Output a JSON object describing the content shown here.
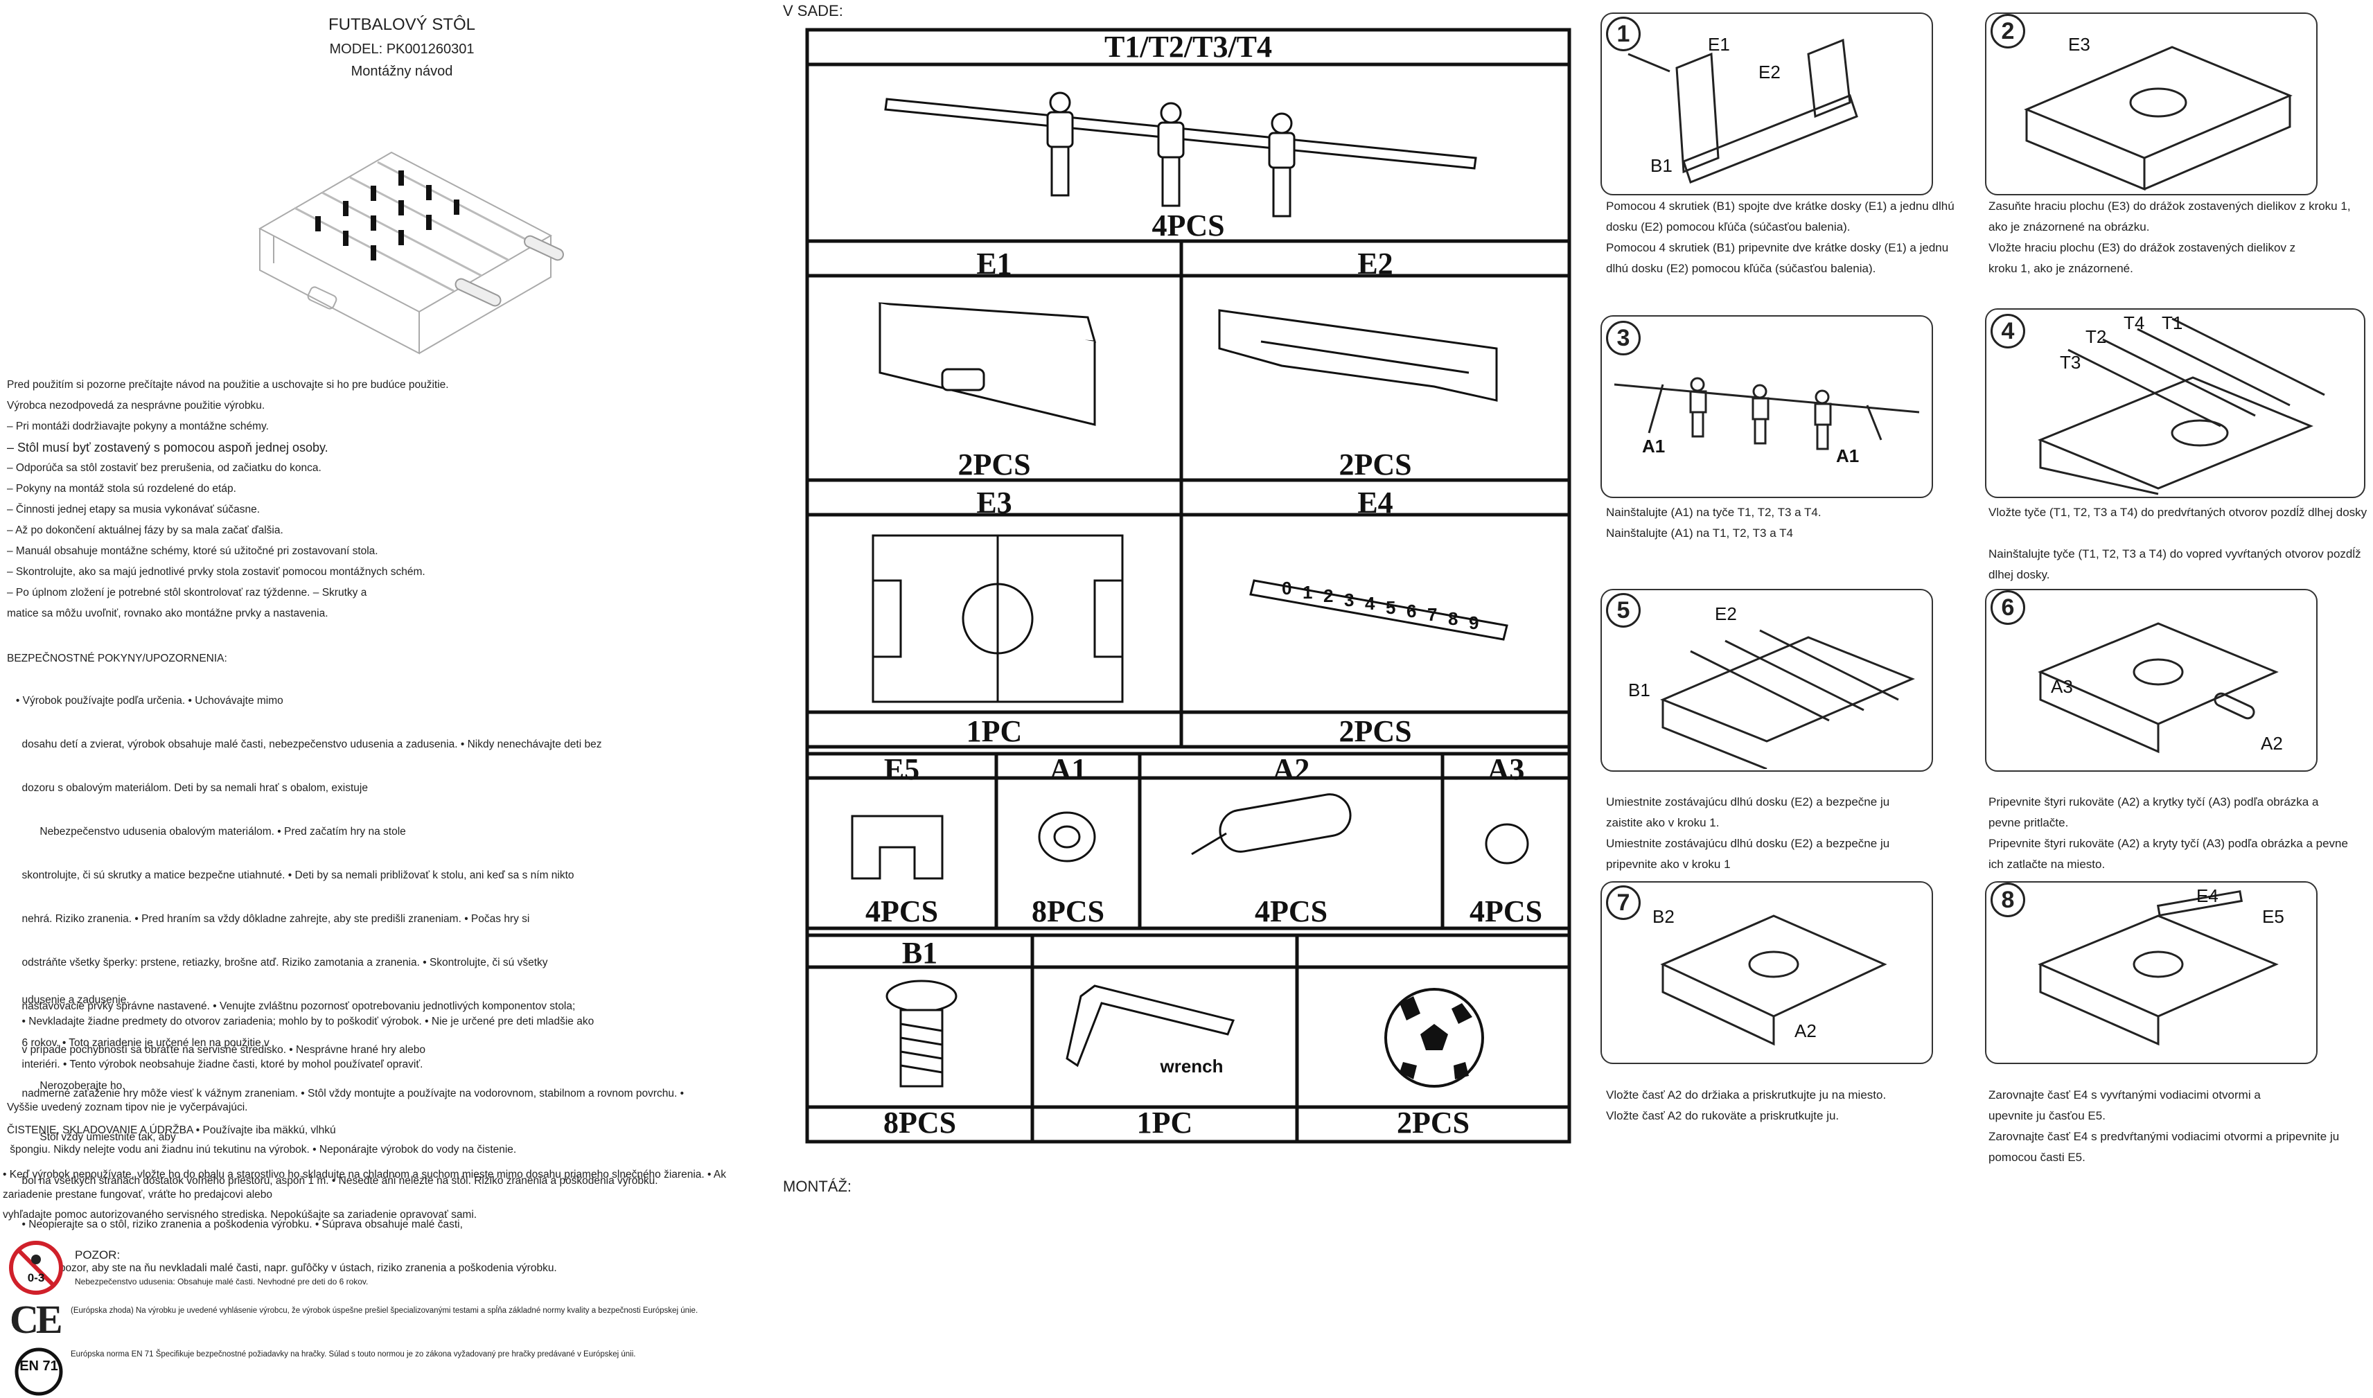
{
  "header": {
    "title": "FUTBALOVÝ STÔL",
    "model": "MODEL: PK001260301",
    "subtitle": "Montážny návod"
  },
  "intro_lines": [
    "Pred použitím si pozorne prečítajte návod na použitie a uschovajte si ho pre budúce použitie.",
    "Výrobca nezodpovedá za nesprávne použitie výrobku.",
    "– Pri montáži dodržiavajte pokyny a montážne schémy.",
    "– Stôl musí byť zostavený s pomocou aspoň jednej osoby.",
    "– Odporúča sa stôl zostaviť bez prerušenia, od začiatku do konca.",
    "– Pokyny na montáž stola sú rozdelené do etáp.",
    "– Činnosti jednej etapy sa musia vykonávať súčasne.",
    "– Až po dokončení aktuálnej fázy by sa mala začať ďalšia.",
    "– Manuál obsahuje montážne schémy, ktoré sú užitočné pri zostavovaní stola.",
    "– Skontrolujte, ako sa majú jednotlivé prvky stola zostaviť pomocou montážnych schém.",
    "– Po úplnom zložení je potrebné stôl skontrolovať raz týždenne. – Skrutky a",
    "matice sa môžu uvoľniť, rovnako ako montážne prvky a nastavenia."
  ],
  "safety_title": "BEZPEČNOSTNÉ POKYNY/UPOZORNENIA:",
  "safety_lines": [
    "   • Výrobok používajte podľa určenia. • Uchovávajte mimo",
    "     dosahu detí a zvierat, výrobok obsahuje malé časti, nebezpečenstvo udusenia a zadusenia. • Nikdy nenechávajte deti bez",
    "     dozoru s obalovým materiálom. Deti by sa nemali hrať s obalom, existuje",
    "           Nebezpečenstvo udusenia obalovým materiálom. • Pred začatím hry na stole",
    "     skontrolujte, či sú skrutky a matice bezpečne utiahnuté. • Deti by sa nemali približovať k stolu, ani keď sa s ním nikto",
    "     nehrá. Riziko zranenia. • Pred hraním sa vždy dôkladne zahrejte, aby ste predišli zraneniam. • Počas hry si",
    "     odstráňte všetky šperky: prstene, retiazky, brošne atď. Riziko zamotania a zranenia. • Skontrolujte, či sú všetky",
    "     nastavovacie prvky správne nastavené. • Venujte zvláštnu pozornosť opotrebovaniu jednotlivých komponentov stola;",
    "     v prípade pochybností sa obráťte na servisné stredisko. • Nesprávne hrané hry alebo",
    "     nadmerné zaťaženie hry môže viesť k vážnym zraneniam. • Stôl vždy montujte a používajte na vodorovnom, stabilnom a rovnom povrchu. •",
    "           Stôl vždy umiestnite tak, aby",
    "     bol na všetkých stranách dostatok voľného priestoru, aspoň 1 m. • Nesedte ani nelezte na stôl. Riziko zranenia a poškodenia výrobku.",
    "     • Neopierajte sa o stôl, riziko zranenia a poškodenia výrobku. • Súprava obsahuje malé časti,",
    "     dávajte pozor, aby ste na ňu nevkladali malé časti, napr. guľôčky v ústach, riziko zranenia a poškodenia výrobku."
  ],
  "safety2_lines": [
    "     udusenie a zadusenie.",
    "     • Nevkladajte žiadne predmety do otvorov zariadenia; mohlo by to poškodiť výrobok. • Nie je určené pre deti mladšie ako",
    "     6 rokov. • Toto zariadenie je určené len na použitie v",
    "     interiéri. • Tento výrobok neobsahuje žiadne časti, ktoré by mohol používateľ opraviť.",
    "           Nerozoberajte ho.",
    "Vyššie uvedený zoznam tipov nie je vyčerpávajúci."
  ],
  "cleaning_lines": [
    "ČISTENIE, SKLADOVANIE A ÚDRŽBA • Používajte iba mäkkú, vlhkú",
    " špongiu. Nikdy nelejte vodu ani žiadnu inú tekutinu na výrobok. • Neponárajte výrobok do vody na čistenie."
  ],
  "storage_lines": [
    "• Keď výrobok nepoužívate, vložte ho do obalu a starostlivo ho skladujte na chladnom a suchom mieste mimo dosahu priameho slnečného žiarenia. • Ak",
    "zariadenie prestane fungovať, vráťte ho predajcovi alebo",
    "vyhľadajte pomoc autorizovaného servisného strediska. Nepokúšajte sa zariadenie opravovať sami."
  ],
  "warning": {
    "title": "POZOR:",
    "text": "Nebezpečenstvo udusenia: Obsahuje malé časti. Nevhodné pre deti do 6 rokov.",
    "age_label": "0-3",
    "ce_text": "(Európska zhoda) Na výrobku je uvedené vyhlásenie výrobcu, že výrobok úspešne prešiel špecializovanými testami a spĺňa základné normy kvality a bezpečnosti Európskej únie.",
    "en71_label": "EN 71",
    "en71_text": "Európska norma EN 71 Špecifikuje bezpečnostné požiadavky na hračky. Súlad s touto normou je zo zákona vyžadovaný pre hračky predávané v Európskej únii."
  },
  "parts": {
    "section_label": "V SADE:",
    "montaz_label": "MONTÁŽ:",
    "t_label": "T1/T2/T3/T4",
    "t_qty": "4PCS",
    "e1_label": "E1",
    "e1_qty": "2PCS",
    "e2_label": "E2",
    "e2_qty": "2PCS",
    "e3_label": "E3",
    "e3_qty": "1PC",
    "e4_label": "E4",
    "e4_qty": "2PCS",
    "e4_digits": [
      "0",
      "1",
      "2",
      "3",
      "4",
      "5",
      "6",
      "7",
      "8",
      "9"
    ],
    "e5_label": "E5",
    "e5_qty": "4PCS",
    "a1_label": "A1",
    "a1_qty": "8PCS",
    "a2_label": "A2",
    "a2_qty": "4PCS",
    "a3_label": "A3",
    "a3_qty": "4PCS",
    "b1_label": "B1",
    "b1_qty": "8PCS",
    "wrench_label": "wrench",
    "wrench_qty": "1PC",
    "ball_qty": "2PCS"
  },
  "steps": [
    {
      "num": "1",
      "labels": [
        "E1",
        "E2",
        "B1"
      ],
      "lines": [
        "Pomocou 4 skrutiek (B1) spojte dve krátke dosky (E1) a jednu dlhú",
        "dosku (E2) pomocou kľúča (súčasťou balenia).",
        "Pomocou 4 skrutiek (B1) pripevnite dve krátke dosky (E1) a jednu",
        "dlhú dosku (E2) pomocou kľúča (súčasťou balenia)."
      ]
    },
    {
      "num": "2",
      "labels": [
        "E3"
      ],
      "lines": [
        "Zasuňte hraciu plochu (E3) do drážok zostavených dielikov z kroku 1,",
        "ako je znázornené na obrázku.",
        "Vložte hraciu plochu (E3) do drážok zostavených dielikov z",
        "kroku 1, ako je znázornené."
      ]
    },
    {
      "num": "3",
      "labels": [
        "A1",
        "A1"
      ],
      "lines": [
        "Nainštalujte (A1) na tyče T1, T2, T3 a T4.",
        "Nainštalujte (A1) na T1, T2, T3 a T4"
      ]
    },
    {
      "num": "4",
      "labels": [
        "T4",
        "T1",
        "T2",
        "T3"
      ],
      "lines": [
        "Vložte tyče (T1, T2, T3 a T4) do predvŕtaných otvorov pozdĺž dlhej dosky",
        "",
        "Nainštalujte tyče (T1, T2, T3 a T4) do vopred vyvŕtaných otvorov pozdĺž",
        "dlhej dosky."
      ]
    },
    {
      "num": "5",
      "labels": [
        "E2",
        "B1"
      ],
      "lines": [
        "Umiestnite zostávajúcu dlhú dosku (E2) a bezpečne ju",
        "zaistite ako v kroku 1.",
        "Umiestnite zostávajúcu dlhú dosku (E2) a bezpečne ju",
        "pripevnite ako v kroku 1"
      ]
    },
    {
      "num": "6",
      "labels": [
        "A3",
        "A2"
      ],
      "lines": [
        "Pripevnite štyri rukoväte (A2) a krytky tyčí (A3) podľa obrázka a",
        "pevne pritlačte.",
        "Pripevnite štyri rukoväte (A2) a kryty tyčí (A3) podľa obrázka a pevne",
        "ich zatlačte na miesto."
      ]
    },
    {
      "num": "7",
      "labels": [
        "B2",
        "A2"
      ],
      "lines": [
        "Vložte časť A2 do držiaka a priskrutkujte ju na miesto.",
        "Vložte časť A2 do rukoväte a priskrutkujte ju."
      ]
    },
    {
      "num": "8",
      "labels": [
        "E4",
        "E5"
      ],
      "lines": [
        "Zarovnajte časť E4 s vyvŕtanými vodiacimi otvormi a",
        "upevnite ju časťou E5.",
        "Zarovnajte časť E4 s predvŕtanými vodiacimi otvormi a pripevnite ju",
        "pomocou časti E5."
      ]
    }
  ]
}
